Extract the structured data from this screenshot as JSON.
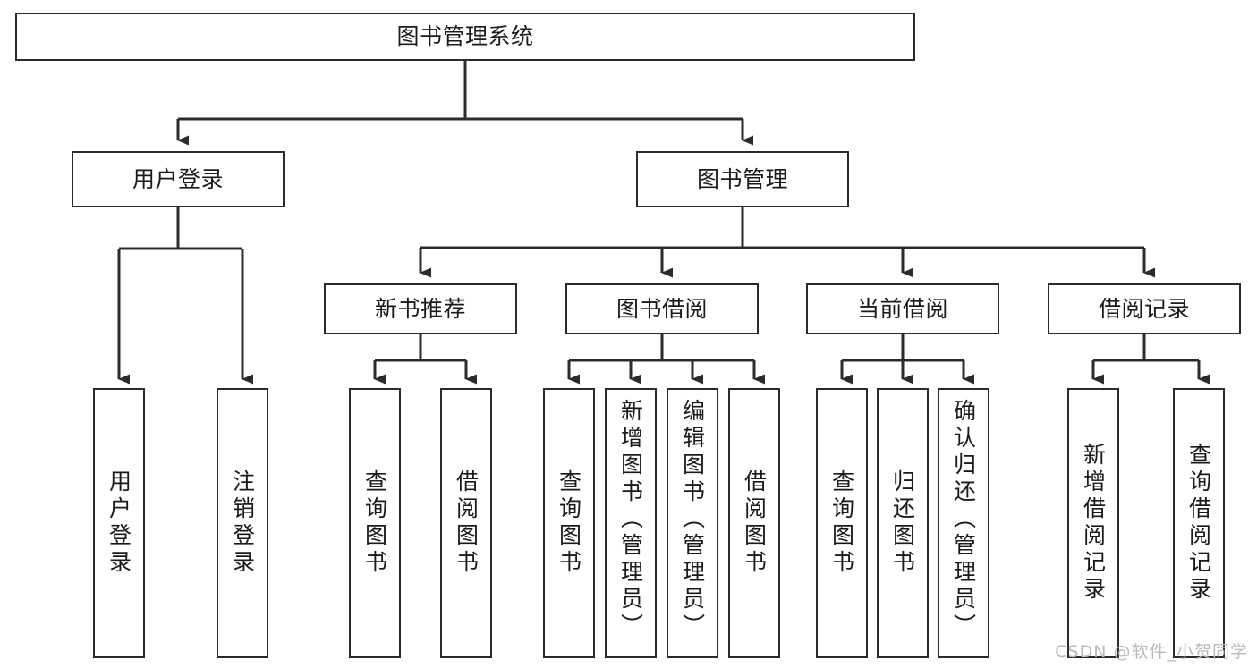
{
  "diagram": {
    "type": "tree-hierarchy-diagram",
    "title": "图书管理系统",
    "watermark": "CSDN @软件_小贺同学",
    "colors": {
      "background": "#ffffff",
      "box_border": "#2b2b2b",
      "box_fill": "#ffffff",
      "edge": "#2b2b2b",
      "text": "#1a1a1a",
      "watermark": "#b9b9b9"
    },
    "levels": {
      "root": {
        "label": "图书管理系统"
      },
      "level2": [
        {
          "id": "user-login",
          "label": "用户登录"
        },
        {
          "id": "book-management",
          "label": "图书管理"
        }
      ],
      "level3": [
        {
          "id": "new-book-recommend",
          "label": "新书推荐",
          "parent": "book-management"
        },
        {
          "id": "book-borrow",
          "label": "图书借阅",
          "parent": "book-management"
        },
        {
          "id": "current-borrow",
          "label": "当前借阅",
          "parent": "book-management"
        },
        {
          "id": "borrow-record",
          "label": "借阅记录",
          "parent": "book-management"
        }
      ],
      "leaves": {
        "user-login": [
          {
            "id": "leaf-user-login",
            "label": "用户登录"
          },
          {
            "id": "leaf-user-logout",
            "label": "注销登录"
          }
        ],
        "new-book-recommend": [
          {
            "id": "leaf-query-book-1",
            "label": "查询图书"
          },
          {
            "id": "leaf-borrow-book-1",
            "label": "借阅图书"
          }
        ],
        "book-borrow": [
          {
            "id": "leaf-query-book-2",
            "label": "查询图书"
          },
          {
            "id": "leaf-add-book",
            "label": "新增图书（管理员）"
          },
          {
            "id": "leaf-edit-book",
            "label": "编辑图书（管理员）"
          },
          {
            "id": "leaf-borrow-book-2",
            "label": "借阅图书"
          }
        ],
        "current-borrow": [
          {
            "id": "leaf-query-book-3",
            "label": "查询图书"
          },
          {
            "id": "leaf-return-book",
            "label": "归还图书"
          },
          {
            "id": "leaf-confirm-return",
            "label": "确认归还（管理员）"
          }
        ],
        "borrow-record": [
          {
            "id": "leaf-add-record",
            "label": "新增借阅记录"
          },
          {
            "id": "leaf-query-record",
            "label": "查询借阅记录"
          }
        ]
      }
    }
  }
}
